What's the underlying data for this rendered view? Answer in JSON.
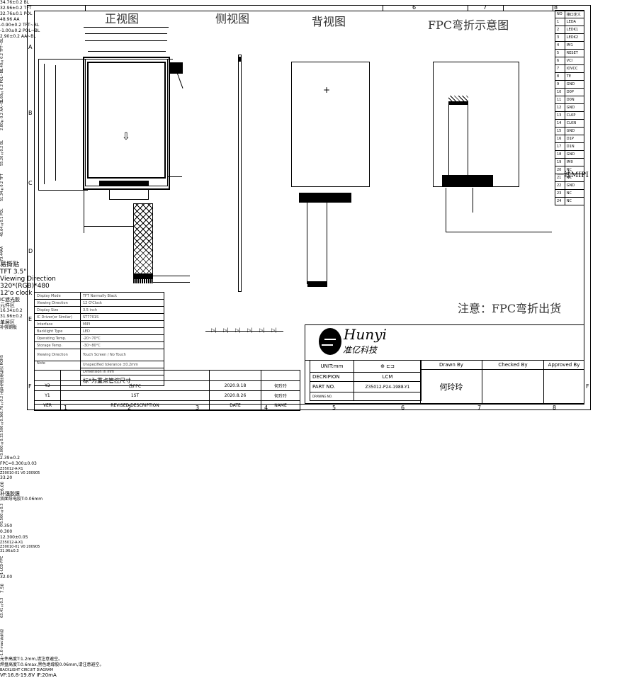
{
  "frame": {
    "columns_top": [
      "",
      "",
      "",
      "",
      "",
      "6",
      "7",
      "8"
    ],
    "columns_bottom": [
      "1",
      "2",
      "3",
      "4",
      "5",
      "6",
      "7",
      "8"
    ],
    "rows_left": [
      "A",
      "B",
      "C",
      "D",
      "E",
      "F"
    ],
    "rows_right": [
      "A",
      "B",
      "C",
      "D",
      "E",
      "F"
    ]
  },
  "views": {
    "front": {
      "title": "正视图",
      "dims_top": [
        "34.76±0.2 BL",
        "32.96±0.2 TFT",
        "32.76±0.1 POL",
        "48.96 AA"
      ],
      "dims_right": [
        "-0.90±0.2 TFT~BL",
        "-1.00±0.2 POL~BL",
        "2.90±0.2 AA~BL"
      ],
      "dims_left_top": [
        "1.40±0.2 TFT~BL",
        "1.60±0.2 POL~BL",
        "2.80±0.2 AA~BL"
      ],
      "dims_left_side": [
        "55.20±0.2 BL",
        "51.34±0.2 TFT",
        "46.64±0.1 POL",
        "73.44AA"
      ],
      "screen_text": [
        "TFT 3.5\"",
        "Viewing Direction",
        "320*(RGB)*480",
        "12'o clock"
      ],
      "labels": {
        "tape": "易撕贴",
        "ic_cover": "IC遮光胶",
        "component_area": "元件区",
        "single_layer": "单层区",
        "stiffener": "补强钢板",
        "fpc_width": "16.34±0.2",
        "fpc_offset": "31.96±0.2",
        "vertical_note": "无铅无卤环保标识 ROHS",
        "total_length": "66.70±0.2"
      },
      "dims_bottom": [
        "3.500±0.3",
        "3.000±0.3"
      ]
    },
    "side": {
      "title": "侧视图",
      "thickness": "2.39±0.2",
      "fpc_thickness": "FPC=0.300±0.03"
    },
    "back": {
      "title": "背视图",
      "label_line1": "Z35012-A-X1",
      "label_line2": "Z30010-01 V0 200905",
      "width_dim": "33.20",
      "height_dim": "6.00",
      "note1": "补强胶膜",
      "note2": "双面导电胶T:0.06mm",
      "fpc_len": "5.500±0.3",
      "pitch1": "0.350",
      "pitch2": "0.300",
      "pin_span": "12.300±0.05"
    },
    "fpc_bent": {
      "title": "FPC弯折示意图",
      "label_line1": "Z35012-A-X1",
      "label_line2": "Z30010-01 V0 200905",
      "dim_top": "31.96±0.3",
      "dim_h": "32.00",
      "dim_small": "7.50",
      "dim_side": "63.41±0.3",
      "dim_max": "-1.0 max 折弯后",
      "fpc_vertical_label": "1-LCD-FPC",
      "note1": "元件高度T:1.2mm,请注意避空。",
      "note2": "焊盘高度T:0.6max,黑色绝缘胶0.06mm,请注意避空。"
    }
  },
  "pin_table": {
    "headers": [
      "NO",
      "接口定义"
    ],
    "rows": [
      [
        "1",
        "LEDA"
      ],
      [
        "2",
        "LEDK1"
      ],
      [
        "3",
        "LEDK2"
      ],
      [
        "4",
        "IM1"
      ],
      [
        "5",
        "RESET"
      ],
      [
        "6",
        "VCI"
      ],
      [
        "7",
        "IOVCC"
      ],
      [
        "8",
        "TE"
      ],
      [
        "9",
        "GND"
      ],
      [
        "10",
        "D0P"
      ],
      [
        "11",
        "D0N"
      ],
      [
        "12",
        "GND"
      ],
      [
        "13",
        "CLKP"
      ],
      [
        "14",
        "CLKN"
      ],
      [
        "15",
        "GND"
      ],
      [
        "16",
        "D1P"
      ],
      [
        "17",
        "D1N"
      ],
      [
        "18",
        "GND"
      ],
      [
        "19",
        "IM0"
      ],
      [
        "20",
        "NC"
      ],
      [
        "21",
        "NC"
      ],
      [
        "22",
        "GND"
      ],
      [
        "23",
        "NC"
      ],
      [
        "24",
        "NC"
      ]
    ],
    "footer": "一线MIPI"
  },
  "spec_table": {
    "rows": [
      [
        "Display Mode",
        "TFT Normally Black"
      ],
      [
        "Viewing Direction",
        "12 O'Clock"
      ],
      [
        "Display Size",
        "3.5 inch"
      ],
      [
        "IC Driver(or Similar)",
        "ST7701S"
      ],
      [
        "Interface",
        "MIPI"
      ],
      [
        "Backlight Type",
        "LED"
      ],
      [
        "Operating Temp.",
        "-20~70°C"
      ],
      [
        "Storage Temp.",
        "-30~80°C"
      ],
      [
        "Viewing Direction",
        "Touch Screen / No Touch"
      ],
      [
        "Note",
        "Unspecified tolerance ±0.2mm"
      ],
      [
        "",
        "Dimension in mm"
      ],
      [
        "",
        "标*为重点管控尺寸"
      ]
    ]
  },
  "backlight": {
    "diagram_label": "BACKLIGHT CIRCUIT DIAGRAM",
    "spec": "VF:16.8-19.8V   IF:20mA",
    "led_count": 6
  },
  "notice": "注意：FPC弯折出货",
  "revision_table": {
    "headers": [
      "VER",
      "REVISED DESCRIPTION",
      "DATE",
      "NAME"
    ],
    "rows": [
      [
        "Y2",
        "改FPC",
        "2020.9.18",
        "何玲玲"
      ],
      [
        "Y1",
        "1ST",
        "2020.8.26",
        "何玲玲"
      ]
    ]
  },
  "title_block": {
    "brand": "Hunyi",
    "brand_cn": "准亿科技",
    "unit": "UNIT:mm",
    "description_label": "DECRIPION",
    "description_value": "LCM",
    "part_label": "PART NO.",
    "part_value": "Z35012-P24-1988-Y1",
    "drawing_label": "DRAWING NO.",
    "drawn_by_label": "Drawn By",
    "drawn_by_value": "何玲玲",
    "checked_by_label": "Checked By",
    "approved_by_label": "Approved By"
  }
}
